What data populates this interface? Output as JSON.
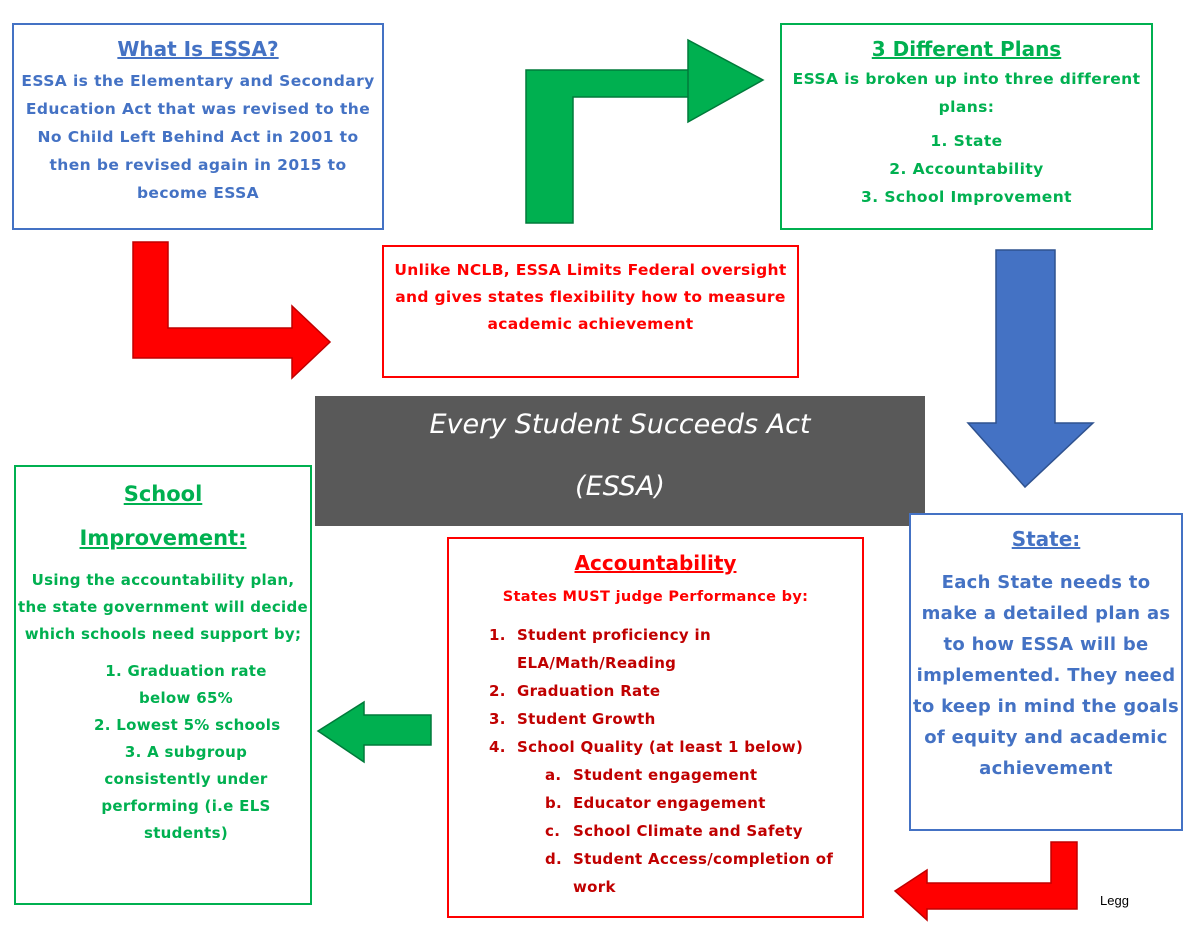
{
  "what_is_essa": {
    "heading": "What Is ESSA?",
    "body": "ESSA is the Elementary and Secondary Education Act that was revised to the No Child Left Behind Act in 2001 to then be revised again in 2015 to become ESSA"
  },
  "three_plans": {
    "heading": "3 Different Plans",
    "intro": "ESSA is broken up into three different plans:",
    "items": [
      "1.  State",
      "2.  Accountability",
      "3.  School Improvement"
    ]
  },
  "nclb_note": {
    "text": "Unlike NCLB, ESSA Limits Federal oversight and gives states flexibility how to measure academic achievement"
  },
  "title": {
    "line1": "Every Student Succeeds Act",
    "line2": "(ESSA)"
  },
  "school_improvement": {
    "heading_line1": "School",
    "heading_line2": "Improvement:",
    "intro": "Using the accountability plan, the state government will decide which schools need support by;",
    "items": [
      "1.  Graduation rate below 65%",
      "2.  Lowest 5% schools",
      "3.  A subgroup consistently under performing (i.e ELS students)"
    ]
  },
  "accountability": {
    "heading": "Accountability",
    "intro": "States MUST judge Performance by:",
    "items": [
      {
        "num": "1.",
        "text": "Student proficiency in ELA/Math/Reading"
      },
      {
        "num": "2.",
        "text": "Graduation Rate"
      },
      {
        "num": "3.",
        "text": "Student Growth"
      },
      {
        "num": "4.",
        "text": "School Quality (at least 1 below)"
      }
    ],
    "sub_items": [
      {
        "num": "a.",
        "text": "Student engagement"
      },
      {
        "num": "b.",
        "text": "Educator engagement"
      },
      {
        "num": "c.",
        "text": "School Climate and Safety"
      },
      {
        "num": "d.",
        "text": "Student Access/completion of work"
      }
    ]
  },
  "state": {
    "heading": "State:",
    "body": "Each State needs to make a detailed plan as to how ESSA will be implemented. They need to keep in mind the goals of equity and academic achievement"
  },
  "credit": "Legg",
  "colors": {
    "blue": "#4472c4",
    "green": "#00b050",
    "red": "#ff0000",
    "dark_red": "#c00000",
    "title_band": "#595959"
  }
}
